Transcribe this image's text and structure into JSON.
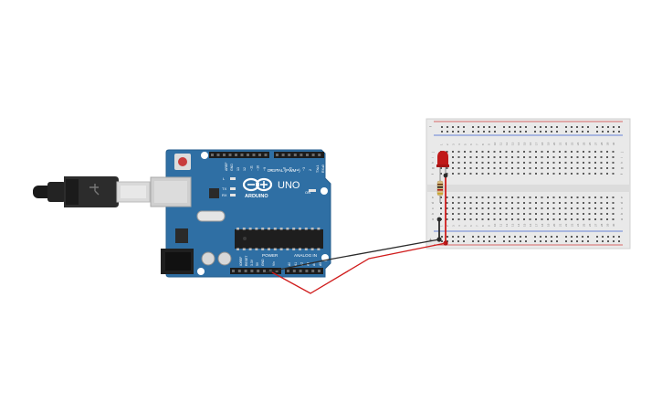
{
  "board": {
    "logo": "ARDUINO",
    "model": "UNO",
    "header_digital": "DIGITAL (PWM~)",
    "header_power": "POWER",
    "header_analog": "ANALOG IN",
    "label_aref": "AREF",
    "label_gnd": "GND",
    "label_tx": "TX",
    "label_rx": "RX",
    "label_ioref": "IOREF",
    "label_reset": "RESET",
    "label_3v3": "3.3V",
    "label_5v": "5V",
    "label_vin": "Vin",
    "label_l": "L",
    "label_on": "ON",
    "label_txrx": "TX▸1",
    "label_rxrx": "RX◂0",
    "digital_pins": [
      "13",
      "12",
      "~11",
      "~10",
      "~9",
      "8",
      "7",
      "~6",
      "~5",
      "4",
      "~3",
      "2"
    ],
    "analog_pins": [
      "A0",
      "A1",
      "A2",
      "A3",
      "A4",
      "A5"
    ]
  },
  "breadboard": {
    "column_numbers": [
      "1",
      "2",
      "3",
      "4",
      "5",
      "6",
      "7",
      "8",
      "9",
      "10",
      "11",
      "12",
      "13",
      "14",
      "15",
      "16",
      "17",
      "18",
      "19",
      "20",
      "21",
      "22",
      "23",
      "24",
      "25",
      "26",
      "27",
      "28",
      "29",
      "30"
    ],
    "row_letters_top": [
      "j",
      "i",
      "h",
      "g",
      "f"
    ],
    "row_letters_bottom": [
      "e",
      "d",
      "c",
      "b",
      "a"
    ],
    "rail_plus": "+",
    "rail_minus": "−"
  },
  "wires": {
    "red_color": "#d01c1c",
    "black_color": "#2b2b2b"
  },
  "colors": {
    "board_blue": "#2f6fa4",
    "board_dark": "#245d8c",
    "breadboard": "#e9e9e9",
    "led": "#c01818"
  }
}
